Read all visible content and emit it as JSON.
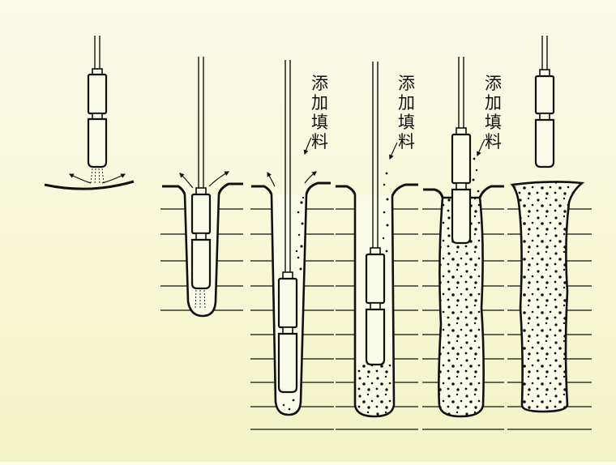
{
  "figure": {
    "caption": "",
    "annotation_label_chars": [
      "添",
      "加",
      "填",
      "料"
    ],
    "annotation_label": "添加填料"
  },
  "steps": [
    {
      "step": 1,
      "stage": "probe-start-jetting"
    },
    {
      "step": 2,
      "stage": "probe-sinking"
    },
    {
      "step": 3,
      "stage": "probe-at-depth-add-fill"
    },
    {
      "step": 4,
      "stage": "probe-lifting-compacting"
    },
    {
      "step": 5,
      "stage": "probe-near-top"
    },
    {
      "step": 6,
      "stage": "pile-completed"
    }
  ],
  "colors": {
    "background": "#f7f7d6",
    "ink": "#111111",
    "fill": "#f4f4e8"
  }
}
